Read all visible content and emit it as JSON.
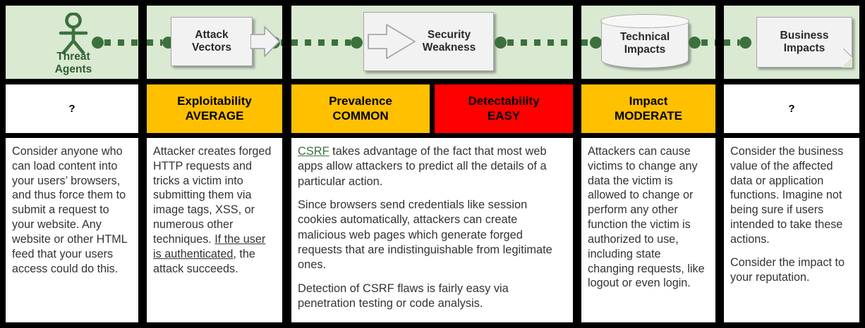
{
  "colors": {
    "flow_background": "#d9e9d2",
    "flow_green": "#3c703c",
    "amber": "#ffc000",
    "red": "#ff0000",
    "white": "#ffffff",
    "border": "#000000",
    "shape_fill": "#f2f2f2",
    "link_green": "#3c703c"
  },
  "flow": {
    "nodes": [
      {
        "id": "threat-agents",
        "label": "Threat\nAgents",
        "label_line1": "Threat",
        "label_line2": "Agents",
        "shape": "stick-figure"
      },
      {
        "id": "attack-vectors",
        "label": "Attack Vectors",
        "label_line1": "Attack",
        "label_line2": "Vectors",
        "shape": "arrow-box"
      },
      {
        "id": "security-weakness",
        "label": "Security Weakness",
        "label_line1": "Security",
        "label_line2": "Weakness",
        "shape": "arrow-callout"
      },
      {
        "id": "technical-impacts",
        "label": "Technical Impacts",
        "label_line1": "Technical",
        "label_line2": "Impacts",
        "shape": "cylinder"
      },
      {
        "id": "business-impacts",
        "label": "Business Impacts",
        "label_line1": "Business",
        "label_line2": "Impacts",
        "shape": "document"
      }
    ]
  },
  "ratings": [
    {
      "id": "threat-agents-rating",
      "title": "",
      "value": "?",
      "style": "white",
      "question": "?"
    },
    {
      "id": "exploitability-rating",
      "title": "Exploitability",
      "value": "AVERAGE",
      "style": "amber"
    },
    {
      "id": "prevalence-rating",
      "title": "Prevalence",
      "value": "COMMON",
      "style": "amber"
    },
    {
      "id": "detectability-rating",
      "title": "Detectability",
      "value": "EASY",
      "style": "red"
    },
    {
      "id": "impact-rating",
      "title": "Impact",
      "value": "MODERATE",
      "style": "amber"
    },
    {
      "id": "business-impacts-rating",
      "title": "",
      "value": "?",
      "style": "white",
      "question": "?"
    }
  ],
  "descriptions": {
    "threat_agents": "Consider anyone who can load content into your users’ browsers, and thus force them to submit a request to your website. Any website or other HTML feed that your users access could do this.",
    "attack_vectors": {
      "part1": "Attacker creates forged HTTP requests and tricks a victim into submitting them via image tags, XSS, or numerous other techniques. ",
      "underlined": "If the user is authenticated",
      "part2": ", the attack succeeds."
    },
    "security_weakness": {
      "link": "CSRF",
      "para1_rest": " takes advantage of the fact that most web apps allow attackers to predict all the details of a particular action.",
      "para2": "Since browsers send credentials like session cookies automatically, attackers can create malicious web pages which generate forged requests that are indistinguishable from legitimate ones.",
      "para3": "Detection of CSRF flaws is fairly easy via penetration testing or code analysis."
    },
    "technical_impacts": "Attackers can cause victims to change any data the victim is allowed to change or perform any other function the victim is authorized to use, including state changing requests, like logout or even login.",
    "business_impacts": {
      "para1": "Consider the business value of the affected data or application functions. Imagine not being sure if users intended to take these actions.",
      "para2": "Consider the impact to your reputation."
    }
  }
}
